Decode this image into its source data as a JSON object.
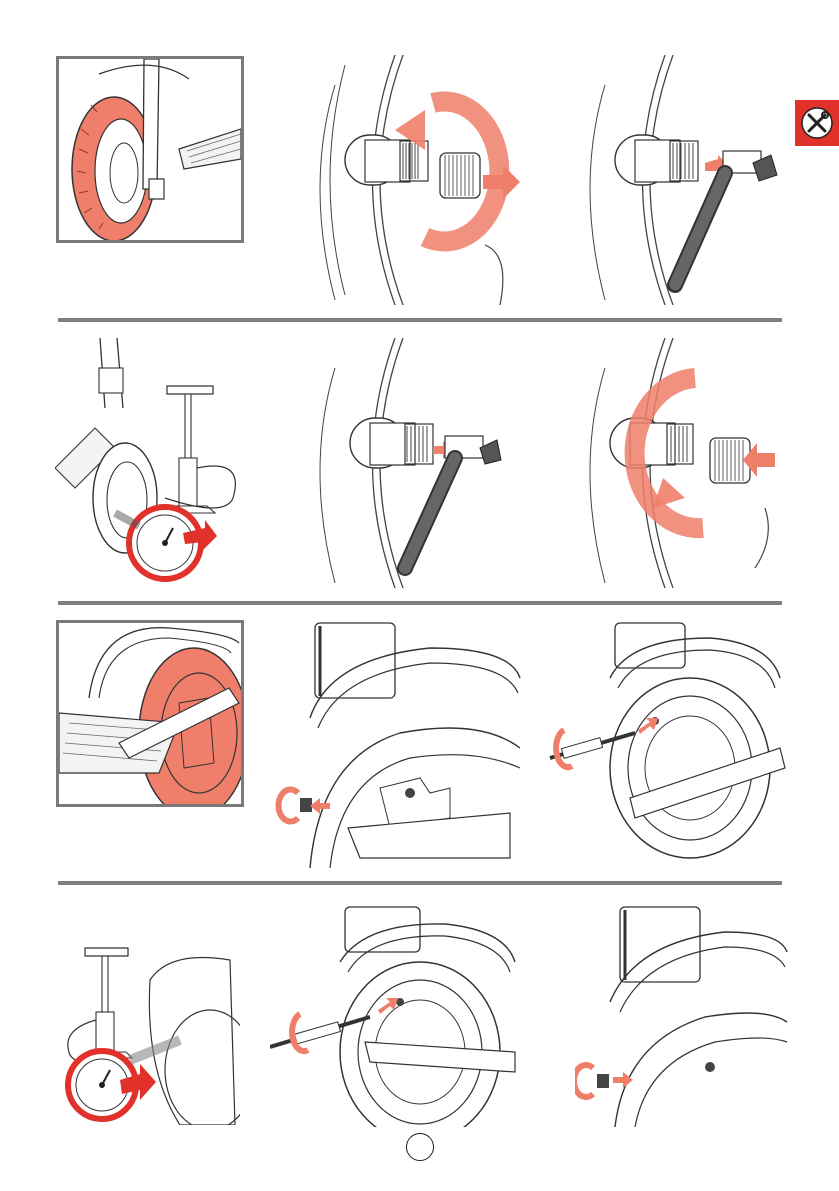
{
  "document": {
    "type": "instruction-manual-page",
    "page_number": "",
    "section_tab_icon": "tools-icon",
    "accent_color": "#e0312b",
    "highlight_color": "#ef7f6a",
    "divider_color": "#808080"
  },
  "rows": [
    {
      "step": "remove-valve-cap-front",
      "panels": [
        "front-wheel-highlight-icon",
        "unscrew-valve-cap",
        "attach-pump-hose"
      ]
    },
    {
      "step": "inflate-front",
      "panels": [
        "pump-pressure-gauge-icon",
        "hose-attached",
        "screw-valve-cap"
      ]
    },
    {
      "step": "remove-valve-cap-rear",
      "panels": [
        "rear-wheel-highlight-icon",
        "remove-rear-valve-cap",
        "attach-extension-hose"
      ]
    },
    {
      "step": "inflate-rear",
      "panels": [
        "pump-pressure-gauge-icon",
        "extension-hose-attached",
        "refit-rear-valve-cap"
      ]
    }
  ]
}
